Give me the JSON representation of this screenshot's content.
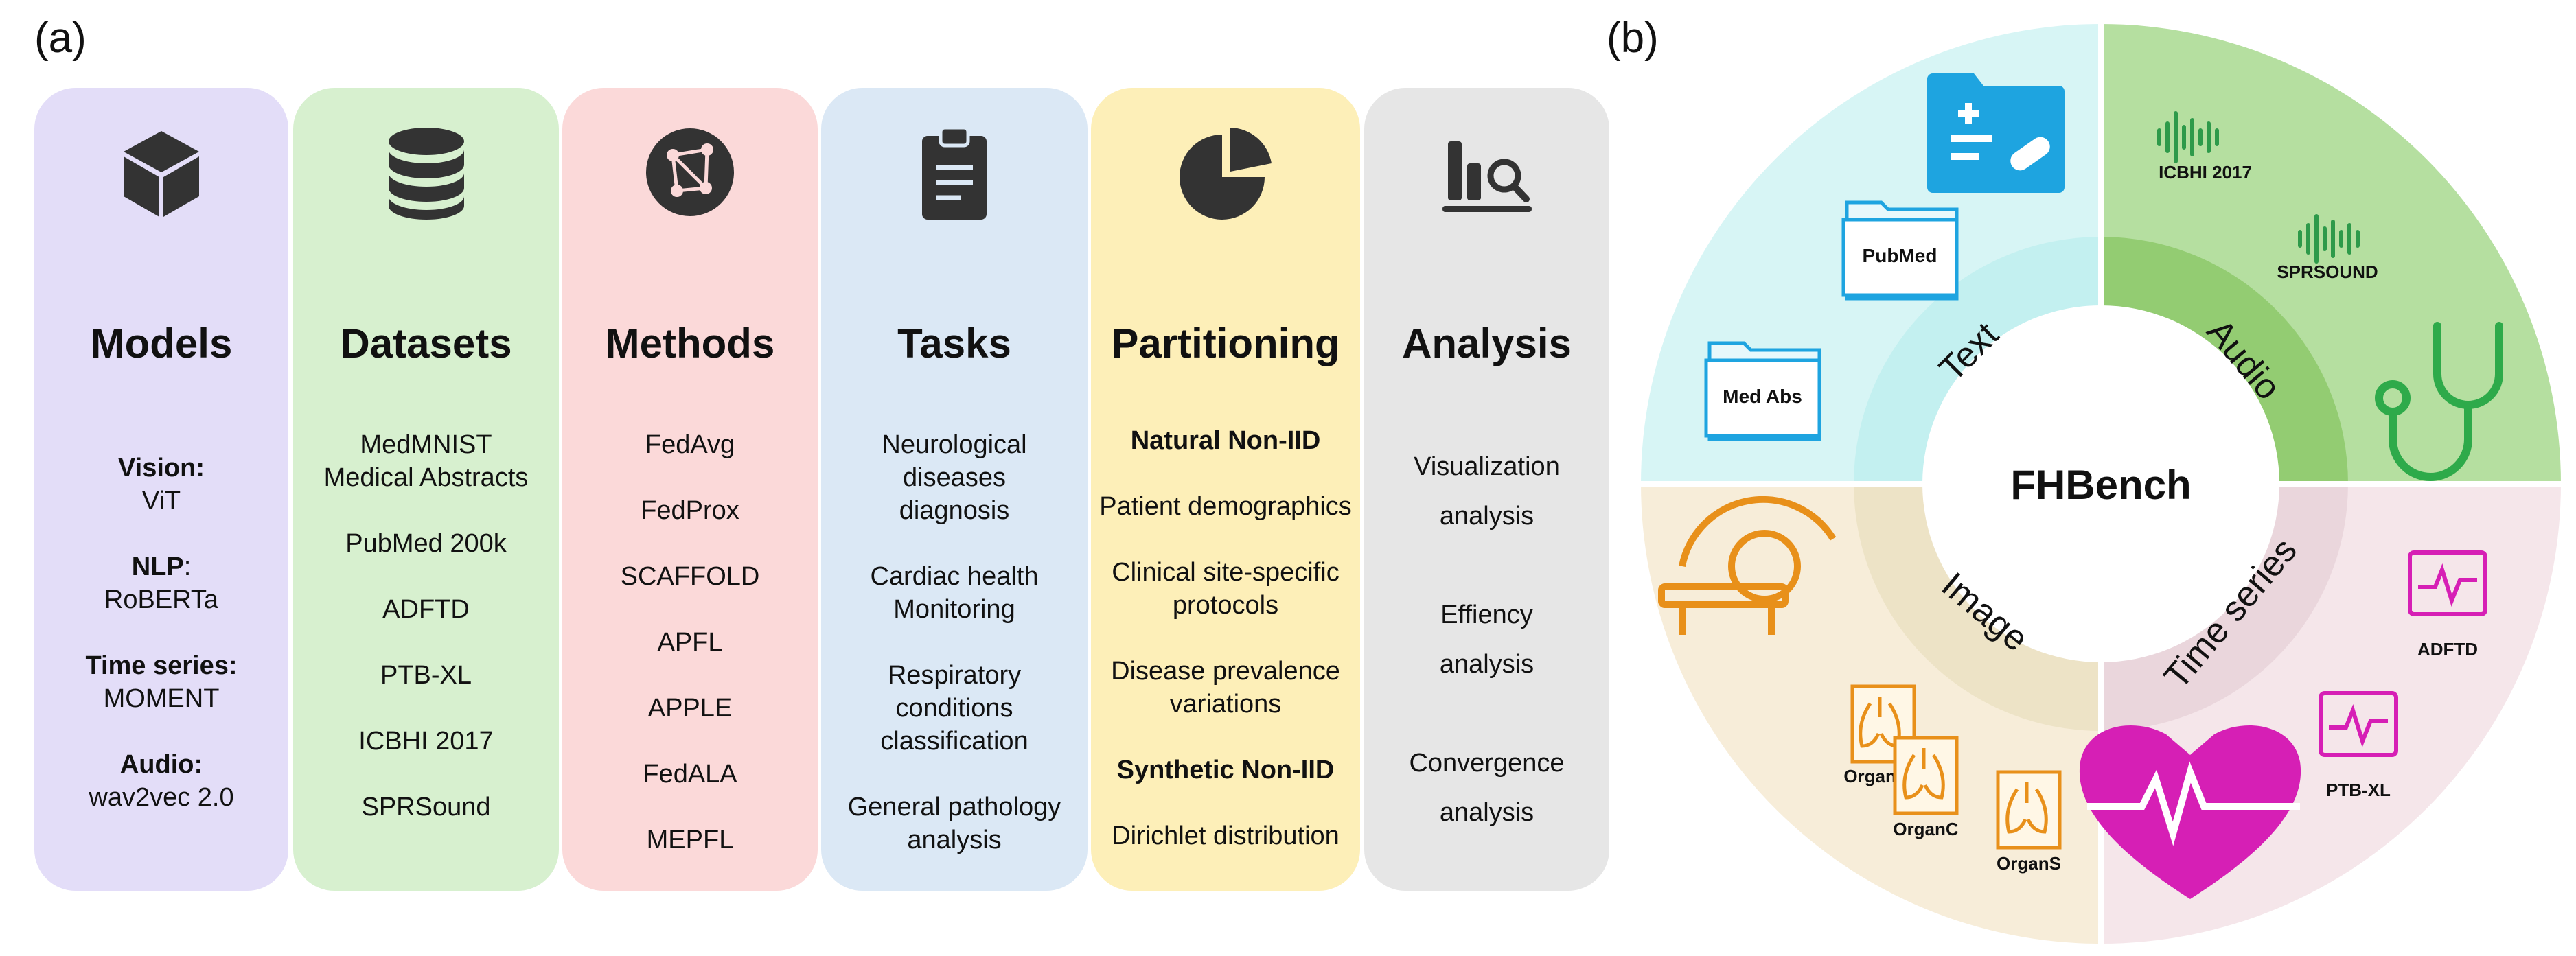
{
  "panel_a_label": "(a)",
  "panel_b_label": "(b)",
  "columns": [
    {
      "icon": "cube-icon",
      "color": "#e3ddf8",
      "title": "Models",
      "groups": [
        {
          "head": "Vision:",
          "value": "ViT"
        },
        {
          "head": "NLP",
          "head_suffix": ":",
          "value": "RoBERTa"
        },
        {
          "head": "Time series:",
          "value": "MOMENT"
        },
        {
          "head": "Audio:",
          "value": "wav2vec 2.0"
        }
      ]
    },
    {
      "icon": "database-icon",
      "color": "#d7f0cf",
      "title": "Datasets",
      "items": [
        "MedMNIST",
        "Medical Abstracts",
        "PubMed 200k",
        "ADFTD",
        "PTB-XL",
        "ICBHI 2017",
        "SPRSound"
      ]
    },
    {
      "icon": "network-icon",
      "color": "#fbd9d9",
      "title": "Methods",
      "items": [
        "FedAvg",
        "FedProx",
        "SCAFFOLD",
        "APFL",
        "APPLE",
        "FedALA",
        "MEPFL"
      ]
    },
    {
      "icon": "clipboard-icon",
      "color": "#dbe8f5",
      "title": "Tasks",
      "items": [
        "Neurological",
        "diseases",
        "diagnosis",
        "Cardiac health",
        "Monitoring",
        "Respiratory",
        "conditions",
        "classification",
        "General pathology",
        "analysis"
      ]
    },
    {
      "icon": "pie-chart-icon",
      "color": "#fdefb8",
      "title": "Partitioning",
      "items": [
        "Natural Non-IID",
        "Patient demographics",
        "Clinical site-specific",
        "protocols",
        "Disease prevalence",
        "variations",
        "Synthetic Non-IID",
        "Dirichlet distribution"
      ]
    },
    {
      "icon": "bar-chart-search-icon",
      "color": "#e6e6e6",
      "title": "Analysis",
      "items": [
        "Visualization",
        "analysis",
        "Effiency",
        "analysis",
        "Convergence",
        "analysis"
      ]
    }
  ],
  "wheel": {
    "center": "FHBench",
    "quadrants": [
      {
        "name": "Text",
        "color_outer": "#d7f5f5",
        "color_inner": "#c3f0f0",
        "labels": [
          "PubMed",
          "Med Abs"
        ]
      },
      {
        "name": "Audio",
        "color_outer": "#b5dfa0",
        "color_inner": "#93cc72",
        "labels": [
          "ICBHI 2017",
          "SPRSOUND"
        ]
      },
      {
        "name": "Image",
        "color_outer": "#f7edd9",
        "color_inner": "#ede3c6",
        "labels": [
          "OrganA",
          "OrganC",
          "OrganS"
        ]
      },
      {
        "name": "Time series",
        "color_outer": "#f5e6ea",
        "color_inner": "#ead6dc",
        "labels": [
          "ADFTD",
          "PTB-XL"
        ]
      }
    ],
    "icons": [
      "folder-plus-icon",
      "waveform-icon",
      "stethoscope-icon",
      "mri-scanner-icon",
      "lungs-icon",
      "heart-rate-icon",
      "ecg-monitor-icon"
    ]
  }
}
